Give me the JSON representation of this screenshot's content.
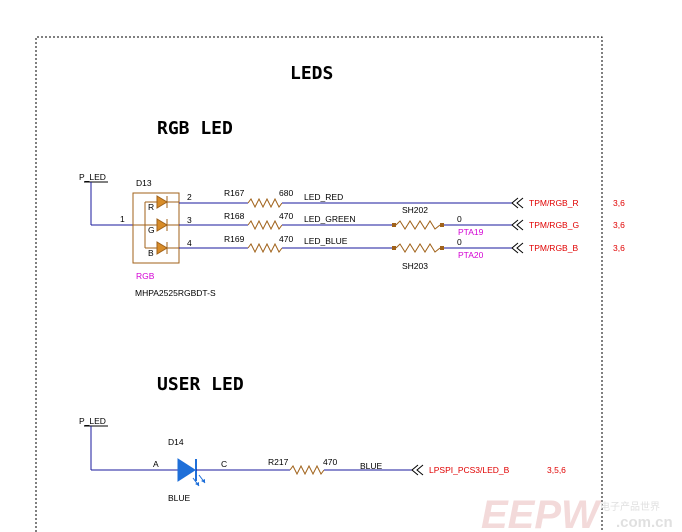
{
  "title": "LEDS",
  "sections": {
    "rgb": "RGB LED",
    "user": "USER LED"
  },
  "rgb_led": {
    "net_power": "P_LED",
    "ref": "D13",
    "name": "RGB",
    "part": "MHPA2525RGBDT-S",
    "pin_common": "1",
    "pins": [
      "2",
      "3",
      "4"
    ],
    "inner": [
      "R",
      "G",
      "B"
    ],
    "resistors": [
      {
        "ref": "R167",
        "value": "680",
        "net": "LED_RED"
      },
      {
        "ref": "R168",
        "value": "470",
        "net": "LED_GREEN"
      },
      {
        "ref": "R169",
        "value": "470",
        "net": "LED_BLUE"
      }
    ],
    "shunts": [
      {
        "ref": "SH202",
        "value": "0",
        "net": "PTA19"
      },
      {
        "ref": "SH203",
        "value": "0",
        "net": "PTA20"
      }
    ],
    "ports": [
      {
        "label": "TPM/RGB_R",
        "sheets": "3,6"
      },
      {
        "label": "TPM/RGB_G",
        "sheets": "3,6"
      },
      {
        "label": "TPM/RGB_B",
        "sheets": "3,6"
      }
    ]
  },
  "user_led": {
    "net_power": "P_LED",
    "ref": "D14",
    "anode": "A",
    "cathode": "C",
    "color": "BLUE",
    "resistor": {
      "ref": "R217",
      "value": "470"
    },
    "net": "BLUE",
    "port": {
      "label": "LPSPI_PCS3/LED_B",
      "sheets": "3,5,6"
    }
  },
  "watermark": {
    "logo": "EEPW",
    "cn": "电子产品世界",
    "url": ".com.cn"
  },
  "colors": {
    "wire": "#1a1a9e",
    "component": "#a0621a",
    "diode_blue": "#1e6fd9",
    "port_red": "#e00000",
    "net_magenta": "#d400d4"
  }
}
